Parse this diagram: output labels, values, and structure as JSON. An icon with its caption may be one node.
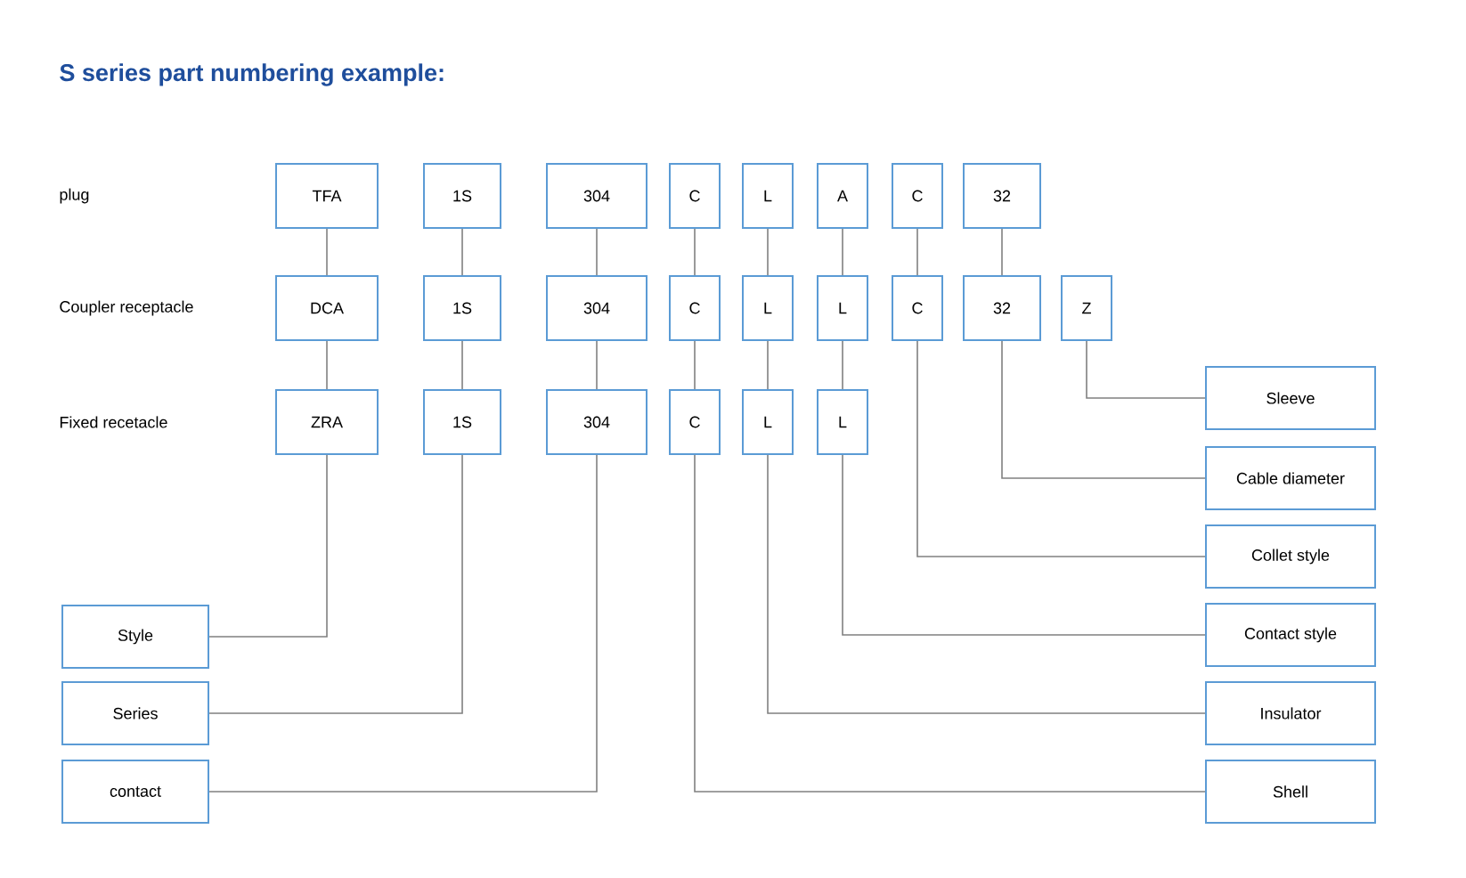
{
  "diagram": {
    "title": "S series part numbering example:",
    "nodes": [
      {
        "text": [
          "TFA"
        ]
      },
      {
        "text": [
          "1S"
        ]
      },
      {
        "text": [
          "304"
        ]
      },
      {
        "text": [
          "C"
        ]
      },
      {
        "text": [
          "L"
        ]
      },
      {
        "text": [
          "A"
        ]
      },
      {
        "text": [
          "C"
        ]
      },
      {
        "text": [
          "32"
        ]
      },
      {
        "text": [
          "DCA"
        ]
      },
      {
        "text": [
          "1S"
        ]
      },
      {
        "text": [
          "304"
        ]
      },
      {
        "text": [
          "C"
        ]
      },
      {
        "text": [
          "L"
        ]
      },
      {
        "text": [
          "L"
        ]
      },
      {
        "text": [
          "C"
        ]
      },
      {
        "text": [
          "32"
        ]
      },
      {
        "text": [
          "Z"
        ]
      },
      {
        "text": [
          "ZRA"
        ]
      },
      {
        "text": [
          "1S"
        ]
      },
      {
        "text": [
          "304"
        ]
      },
      {
        "text": [
          "C"
        ]
      },
      {
        "text": [
          "L"
        ]
      },
      {
        "text": [
          "L"
        ]
      },
      {
        "text": [
          "Sleeve"
        ]
      },
      {
        "text": [
          "Cable diameter"
        ]
      },
      {
        "text": [
          "Collet style"
        ]
      },
      {
        "text": [
          "Style"
        ]
      },
      {
        "text": [
          "Contact style"
        ]
      },
      {
        "text": [
          "Series"
        ]
      },
      {
        "text": [
          "Insulator"
        ]
      },
      {
        "text": [
          "contact"
        ]
      },
      {
        "text": [
          "Shell"
        ]
      }
    ],
    "edges": [
      {
        "from": 0,
        "to": 8,
        "arrow": "none"
      },
      {
        "from": 1,
        "to": 9,
        "arrow": "none"
      },
      {
        "from": 2,
        "to": 10,
        "arrow": "none"
      },
      {
        "from": 3,
        "to": 11,
        "arrow": "none"
      },
      {
        "from": 4,
        "to": 12,
        "arrow": "none"
      },
      {
        "from": 5,
        "to": 13,
        "arrow": "none"
      },
      {
        "from": 6,
        "to": 14,
        "arrow": "none"
      },
      {
        "from": 7,
        "to": 15,
        "arrow": "none"
      },
      {
        "from": 8,
        "to": 17,
        "arrow": "none"
      },
      {
        "from": 9,
        "to": 18,
        "arrow": "none"
      },
      {
        "from": 10,
        "to": 19,
        "arrow": "none"
      },
      {
        "from": 11,
        "to": 20,
        "arrow": "none"
      },
      {
        "from": 12,
        "to": 21,
        "arrow": "none"
      },
      {
        "from": 13,
        "to": 22,
        "arrow": "none"
      },
      {
        "from": 16,
        "to": 23,
        "arrow": "none"
      },
      {
        "from": 15,
        "to": 24,
        "arrow": "none"
      },
      {
        "from": 14,
        "to": 25,
        "arrow": "none"
      },
      {
        "from": 17,
        "to": 26,
        "arrow": "none"
      },
      {
        "from": 22,
        "to": 27,
        "arrow": "none"
      },
      {
        "from": 18,
        "to": 28,
        "arrow": "none"
      },
      {
        "from": 21,
        "to": 29,
        "arrow": "none"
      },
      {
        "from": 19,
        "to": 30,
        "arrow": "none"
      },
      {
        "from": 20,
        "to": 31,
        "arrow": "none"
      }
    ],
    "labels": [
      "plug",
      "Coupler receptacle",
      "Fixed recetacle"
    ]
  }
}
